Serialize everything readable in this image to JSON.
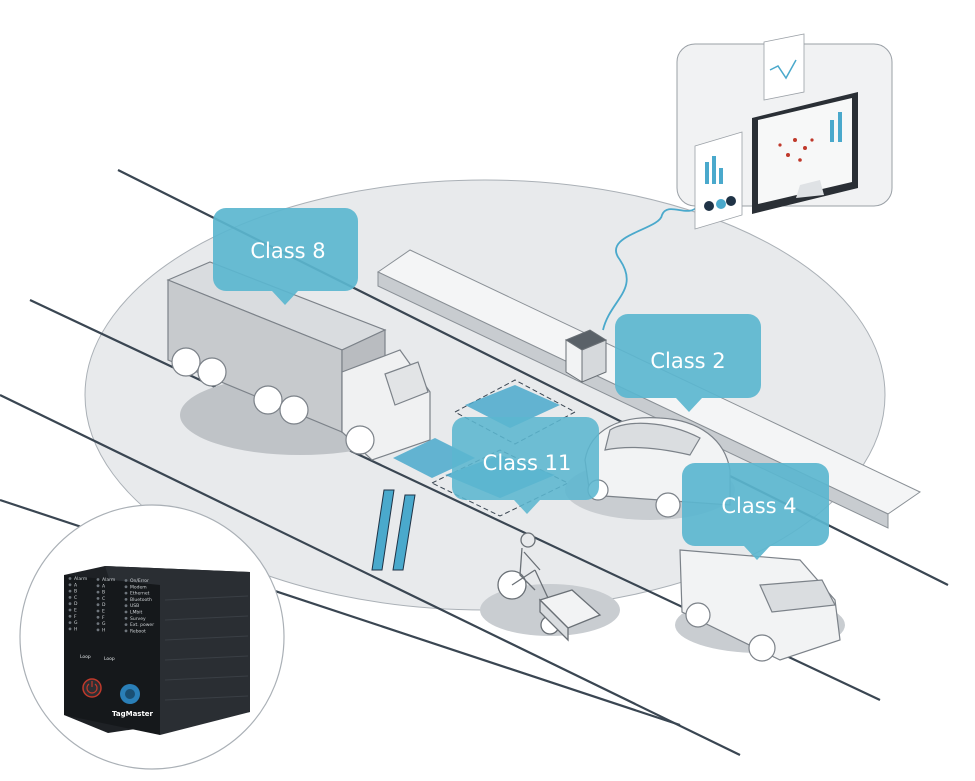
{
  "labels": {
    "class8": "Class 8",
    "class2": "Class 2",
    "class11": "Class 11",
    "class4": "Class 4"
  },
  "device": {
    "brand": "TagMaster",
    "loop_left": "Loop",
    "loop_right": "Loop",
    "col1_alarm": "Alarm",
    "col1": [
      "A",
      "B",
      "C",
      "D",
      "E",
      "F",
      "G",
      "H"
    ],
    "col2_alarm": "Alarm",
    "col2": [
      "A",
      "B",
      "C",
      "D",
      "E",
      "F",
      "G",
      "H"
    ],
    "col3": [
      "On/Error",
      "Modem",
      "Ethernet",
      "Bluetooth",
      "USB",
      "LMbit",
      "Survey",
      "Ext. power",
      "Reboot"
    ]
  },
  "colors": {
    "bubble": "#5bb6cf",
    "detection_zone": "#4aa9cc",
    "road_line": "#3a4652",
    "scene_ellipse": "#e7e9eb",
    "device_body": "#1e2125"
  },
  "icons": {
    "truck": "class-8-truck-icon",
    "car": "class-2-car-icon",
    "van": "class-4-van-icon",
    "bicycle": "class-11-cargo-bike-icon",
    "sensor": "roadside-sensor-icon",
    "monitor": "analytics-dashboard-icon",
    "power": "power-button-icon"
  }
}
